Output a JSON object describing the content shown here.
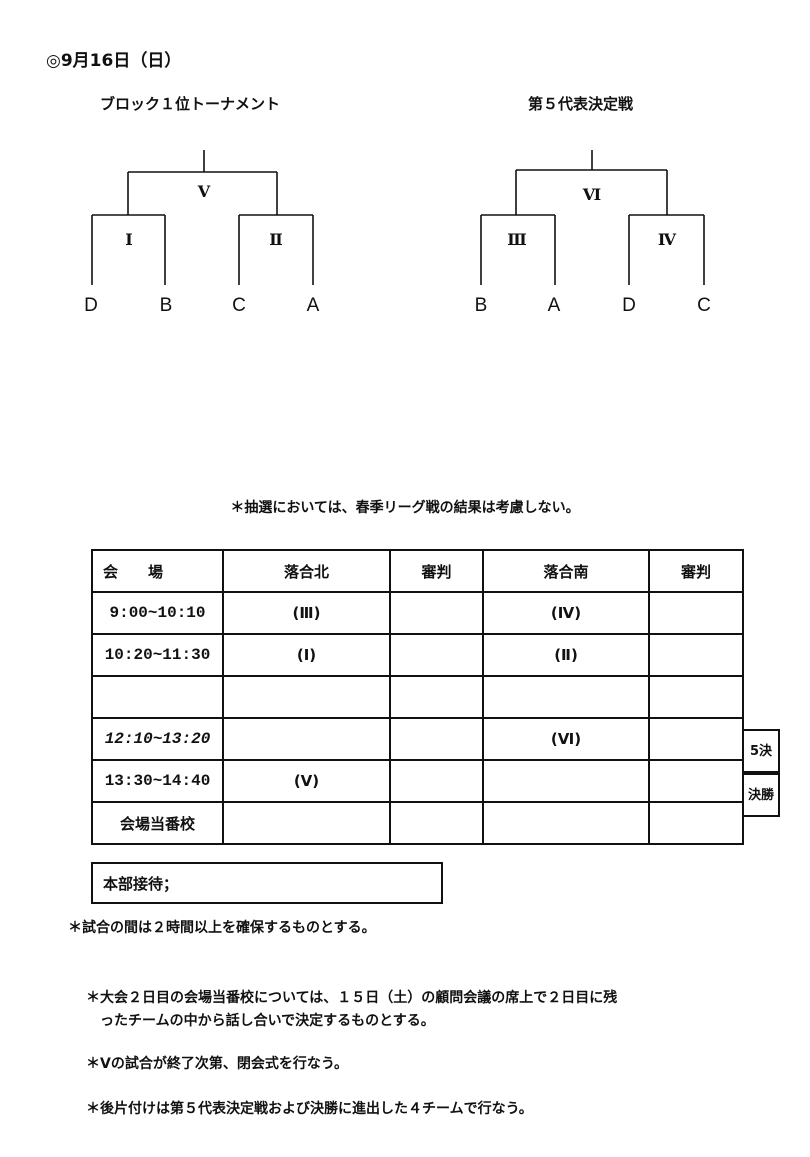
{
  "header": {
    "date": "◎9月16日（日）"
  },
  "brackets": [
    {
      "title": "ブロック１位トーナメント",
      "final": "Ⅴ",
      "semis": [
        "Ⅰ",
        "Ⅱ"
      ],
      "teams": [
        "D",
        "B",
        "C",
        "A"
      ]
    },
    {
      "title": "第５代表決定戦",
      "final": "Ⅵ",
      "semis": [
        "Ⅲ",
        "Ⅳ"
      ],
      "teams": [
        "B",
        "A",
        "D",
        "C"
      ]
    }
  ],
  "lottery_note": "＊抽選においては、春季リーグ戦の結果は考慮しない。",
  "schedule": {
    "headers": [
      "会　　場",
      "落合北",
      "審判",
      "落合南",
      "審判"
    ],
    "rows": [
      [
        "9:00~10:10",
        "(Ⅲ)",
        "",
        "(Ⅳ)",
        ""
      ],
      [
        "10:20~11:30",
        "(Ⅰ)",
        "",
        "(Ⅱ)",
        ""
      ],
      [
        "",
        "",
        "",
        "",
        ""
      ],
      [
        "12:10~13:20",
        "",
        "",
        "(Ⅵ)",
        ""
      ],
      [
        "13:30~14:40",
        "(Ⅴ)",
        "",
        "",
        ""
      ],
      [
        "会場当番校",
        "",
        "",
        "",
        ""
      ]
    ],
    "side_labels": [
      "5決",
      "決勝"
    ]
  },
  "hq_reception": "本部接待；",
  "notes": [
    "＊試合の間は２時間以上を確保するものとする。",
    "＊大会２日目の会場当番校については、１５日（土）の顧問会議の席上で２日目に残",
    "ったチームの中から話し合いで決定するものとする。",
    "＊Ⅴの試合が終了次第、閉会式を行なう。",
    "＊後片付けは第５代表決定戦および決勝に進出した４チームで行なう。"
  ]
}
